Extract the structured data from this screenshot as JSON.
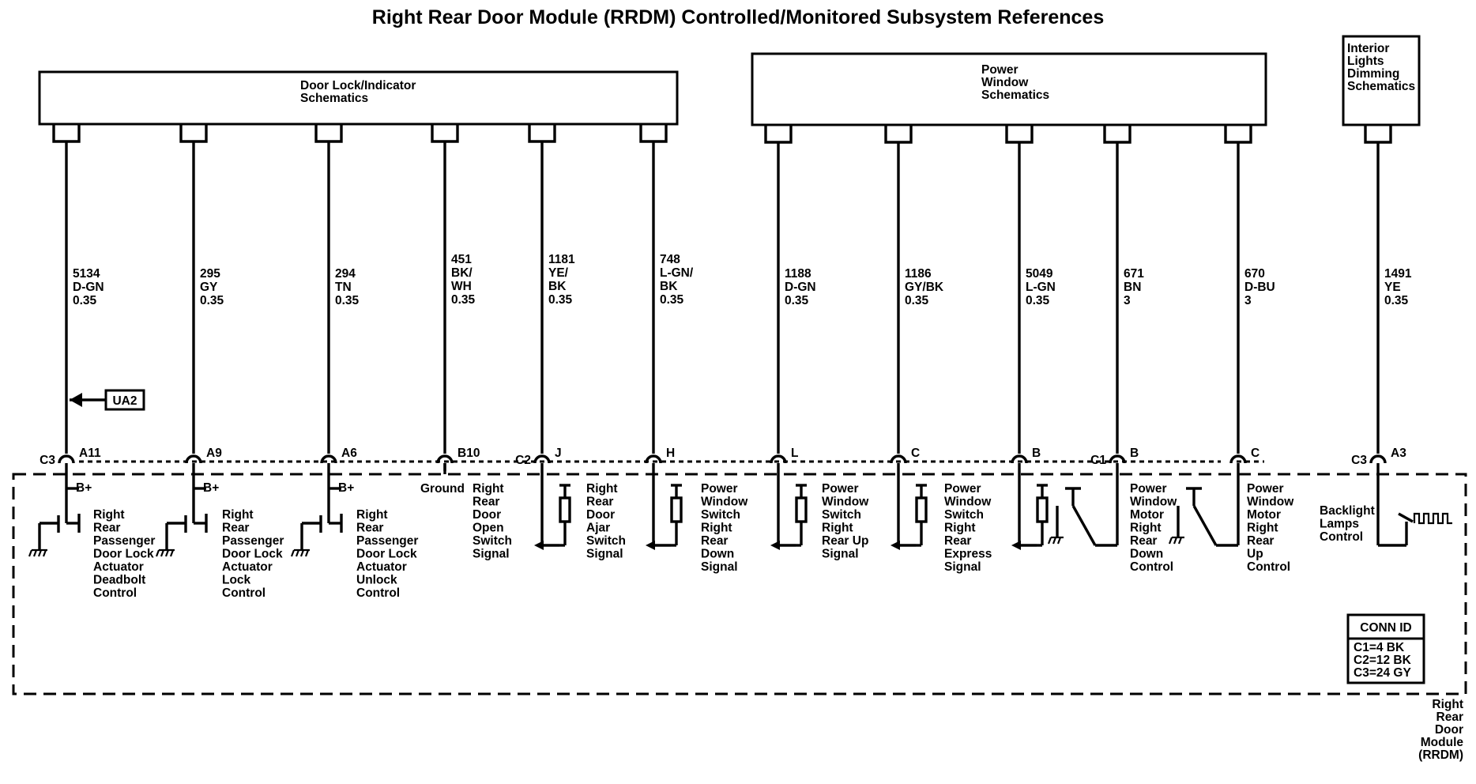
{
  "title": "Right Rear Door Module (RRDM) Controlled/Monitored Subsystem References",
  "schematic_boxes": [
    {
      "lines": [
        "Door Lock/Indicator",
        "Schematics"
      ]
    },
    {
      "lines": [
        "Power",
        "Window",
        "Schematics"
      ]
    },
    {
      "lines": [
        "Interior",
        "Lights",
        "Dimming",
        "Schematics"
      ]
    }
  ],
  "circuits": [
    {
      "wire": [
        "5134",
        "D-GN",
        "0.35"
      ],
      "connector": "C3",
      "pin": "A11",
      "supply": "B+",
      "function": [
        "Right",
        "Rear",
        "Passenger",
        "Door Lock",
        "Actuator",
        "Deadbolt",
        "Control"
      ]
    },
    {
      "wire": [
        "295",
        "GY",
        "0.35"
      ],
      "connector": "",
      "pin": "A9",
      "supply": "B+",
      "function": [
        "Right",
        "Rear",
        "Passenger",
        "Door Lock",
        "Actuator",
        "Lock",
        "Control"
      ]
    },
    {
      "wire": [
        "294",
        "TN",
        "0.35"
      ],
      "connector": "",
      "pin": "A6",
      "supply": "B+",
      "function": [
        "Right",
        "Rear",
        "Passenger",
        "Door Lock",
        "Actuator",
        "Unlock",
        "Control"
      ]
    },
    {
      "wire": [
        "451",
        "BK/",
        "WH",
        "0.35"
      ],
      "connector": "",
      "pin": "B10",
      "supply": "",
      "function": [
        "Ground"
      ]
    },
    {
      "wire": [
        "1181",
        "YE/",
        "BK",
        "0.35"
      ],
      "connector": "C2",
      "pin": "J",
      "supply": "",
      "function": [
        "Right",
        "Rear",
        "Door",
        "Open",
        "Switch",
        "Signal"
      ]
    },
    {
      "wire": [
        "748",
        "L-GN/",
        "BK",
        "0.35"
      ],
      "connector": "",
      "pin": "H",
      "supply": "",
      "function": [
        "Right",
        "Rear",
        "Door",
        "Ajar",
        "Switch",
        "Signal"
      ]
    },
    {
      "wire": [
        "1188",
        "D-GN",
        "0.35"
      ],
      "connector": "",
      "pin": "L",
      "supply": "",
      "function": [
        "Power",
        "Window",
        "Switch",
        "Right",
        "Rear",
        "Down",
        "Signal"
      ]
    },
    {
      "wire": [
        "1186",
        "GY/BK",
        "0.35"
      ],
      "connector": "",
      "pin": "C",
      "supply": "",
      "function": [
        "Power",
        "Window",
        "Switch",
        "Right",
        "Rear Up",
        "Signal"
      ]
    },
    {
      "wire": [
        "5049",
        "L-GN",
        "0.35"
      ],
      "connector": "",
      "pin": "B",
      "supply": "",
      "function": [
        "Power",
        "Window",
        "Switch",
        "Right",
        "Rear",
        "Express",
        "Signal"
      ]
    },
    {
      "wire": [
        "671",
        "BN",
        "3"
      ],
      "connector": "C1",
      "pin": "B",
      "supply": "",
      "function": [
        "Power",
        "Window",
        "Motor",
        "Right",
        "Rear",
        "Down",
        "Control"
      ]
    },
    {
      "wire": [
        "670",
        "D-BU",
        "3"
      ],
      "connector": "",
      "pin": "C",
      "supply": "",
      "function": [
        "Power",
        "Window",
        "Motor",
        "Right",
        "Rear",
        "Up",
        "Control"
      ]
    },
    {
      "wire": [
        "1491",
        "YE",
        "0.35"
      ],
      "connector": "C3",
      "pin": "A3",
      "supply": "",
      "function": [
        "Backlight",
        "Lamps",
        "Control"
      ]
    }
  ],
  "reference": {
    "label": "UA2"
  },
  "conn_id": {
    "title": "CONN ID",
    "lines": [
      "C1=4 BK",
      "C2=12 BK",
      "C3=24 GY"
    ]
  },
  "module_name": [
    "Right",
    "Rear",
    "Door",
    "Module",
    "(RRDM)"
  ]
}
